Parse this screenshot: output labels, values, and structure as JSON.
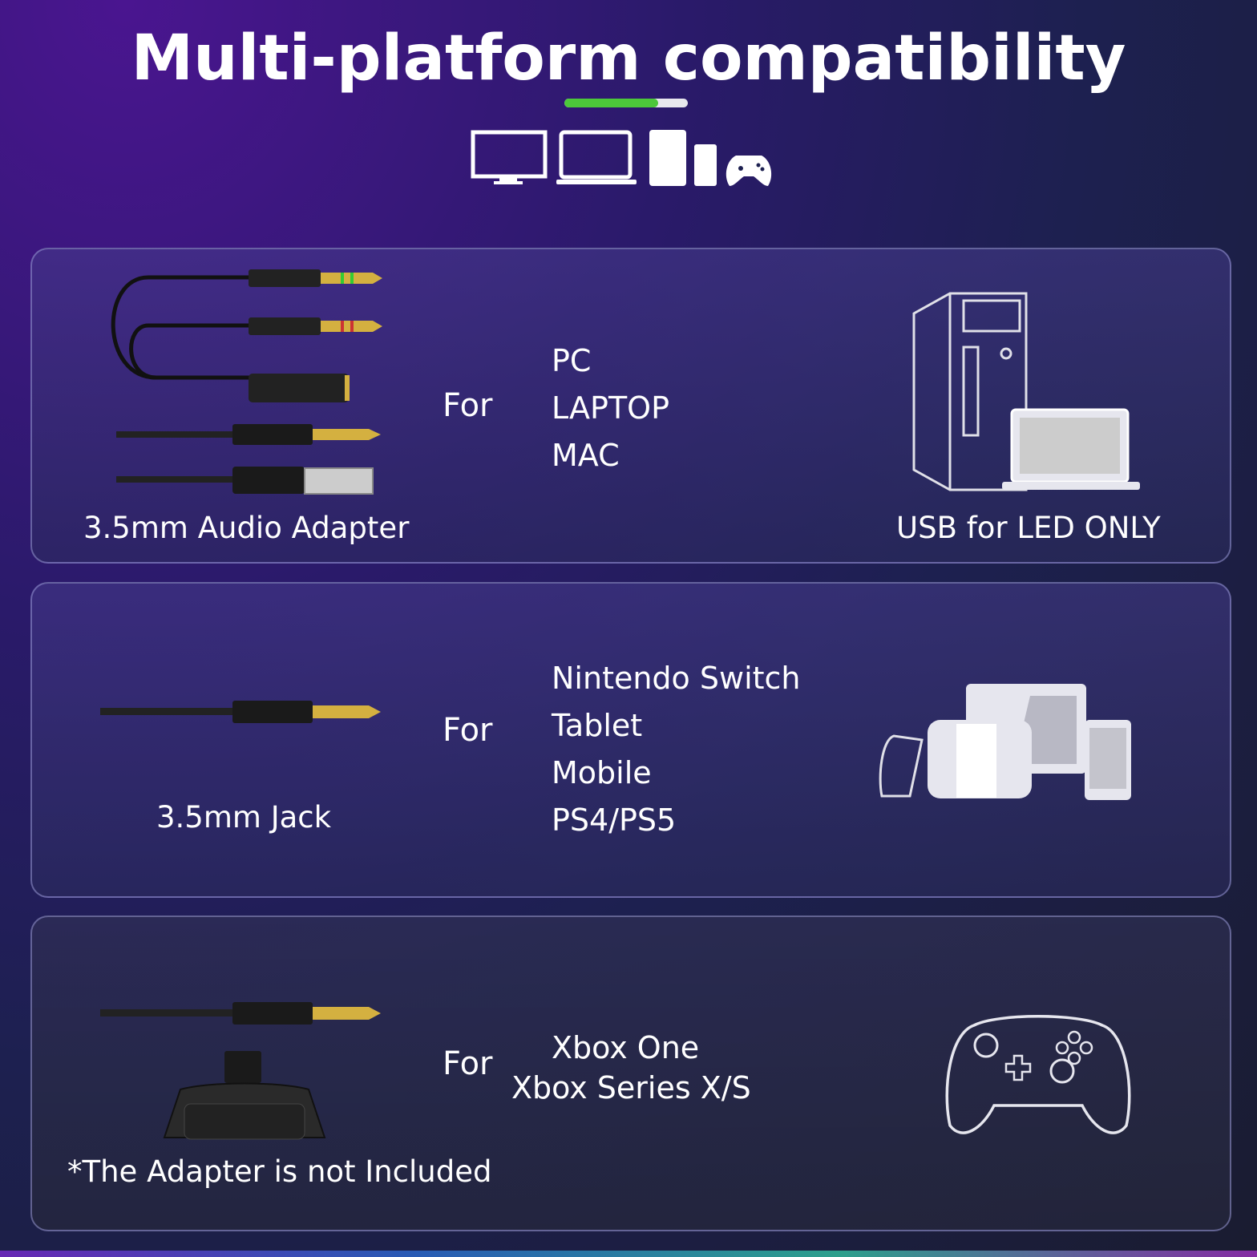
{
  "title": "Multi-platform compatibility",
  "title_progress": 0.76,
  "colors": {
    "accent": "#4cc83a",
    "background": "#2a1a6a"
  },
  "header_icons": [
    "monitor-icon",
    "laptop-icon",
    "tablet-icon",
    "phone-icon",
    "gamepad-icon"
  ],
  "cards": [
    {
      "cable_label": "3.5mm Audio Adapter",
      "for_label": "For",
      "platforms": [
        "PC",
        "LAPTOP",
        "MAC"
      ],
      "device_label": "USB for LED ONLY"
    },
    {
      "cable_label": "3.5mm Jack",
      "for_label": "For",
      "platforms": [
        "Nintendo Switch",
        "Tablet",
        "Mobile",
        "PS4/PS5"
      ]
    },
    {
      "cable_label": "*The Adapter is not Included",
      "for_label": "For",
      "platforms": [
        "Xbox One",
        "Xbox Series X/S"
      ]
    }
  ]
}
